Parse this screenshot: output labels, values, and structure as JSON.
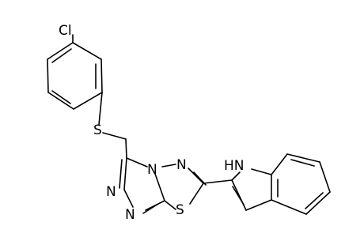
{
  "molecule": {
    "atom_labels": {
      "chlorine": "Cl",
      "sulfur_thioether": "S",
      "sulfur_ring": "S",
      "nitrogen_bridgehead": "N",
      "nitrogen_thiadiazole": "N",
      "nitrogen_triazole_upper": "N",
      "nitrogen_triazole_lower": "N",
      "nitrogen_indole": "HN"
    },
    "bond_color": "#000000",
    "background_color": "#ffffff"
  }
}
